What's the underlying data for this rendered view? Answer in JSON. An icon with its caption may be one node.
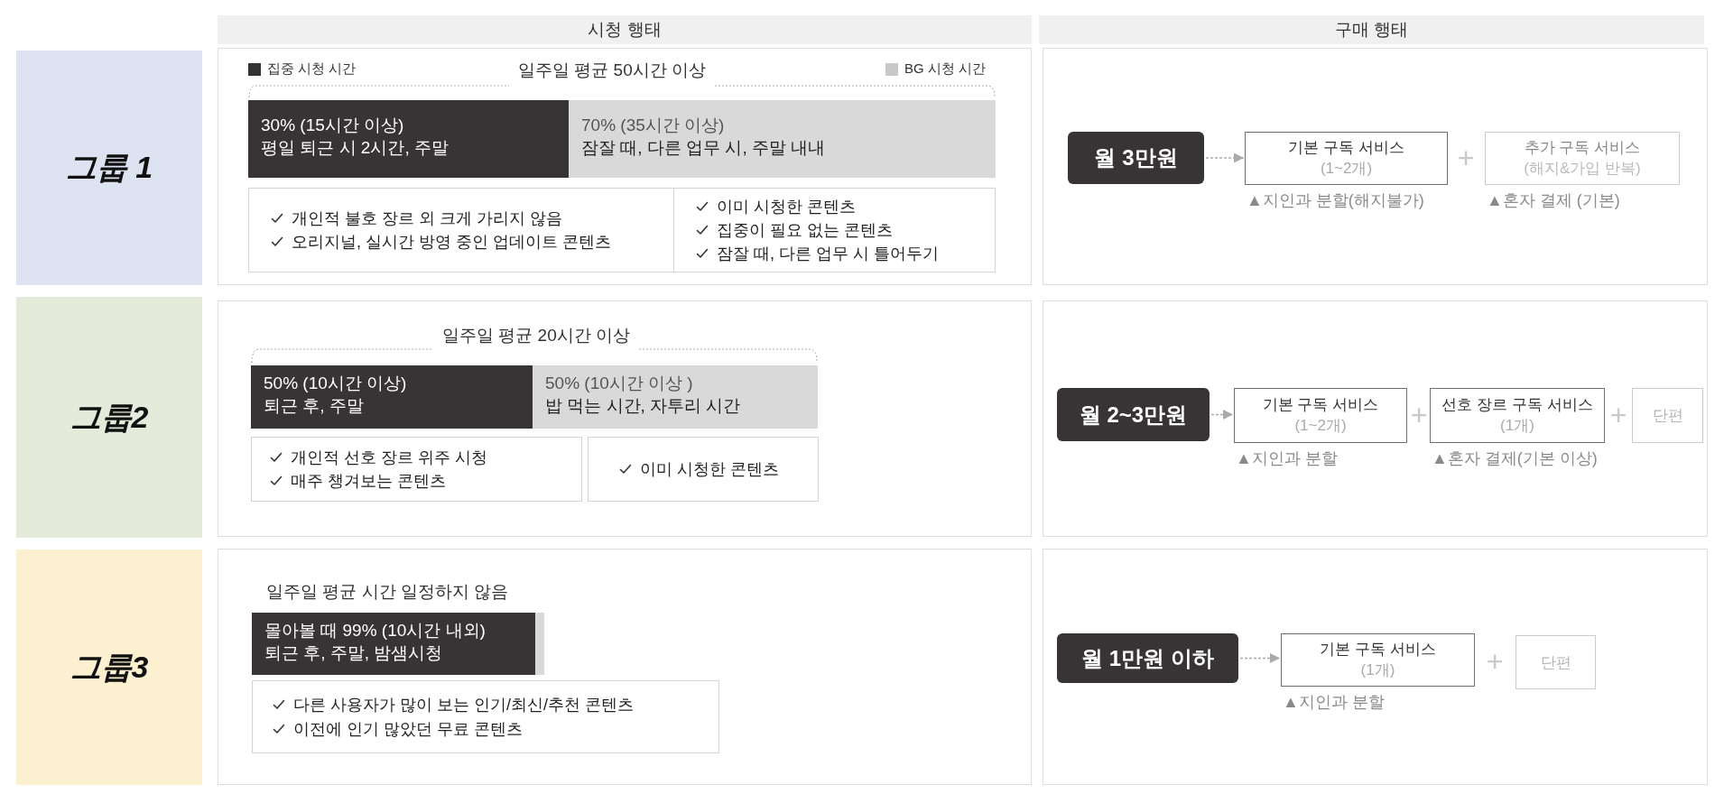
{
  "diagram": {
    "nodes": [
      {
        "text": [
          "시청 행태"
        ]
      },
      {
        "text": [
          "구매 행태"
        ]
      },
      {
        "text": [
          "그룹 1"
        ]
      },
      {
        "text": [
          "일주일 평균 50시간 이상"
        ]
      },
      {
        "text": [
          "30% (15시간 이상)",
          "평일 퇴근 시 2시간, 주말"
        ],
        "in": 3
      },
      {
        "text": [
          "70% (35시간 이상)",
          "잠잘 때, 다른 업무 시, 주말 내내"
        ],
        "in": 3
      },
      {
        "text": [
          "개인적 불호 장르 외 크게 가리지 않음",
          "오리지널, 실시간 방영 중인 업데이트 콘텐츠"
        ],
        "in": 3
      },
      {
        "text": [
          "이미 시청한 콘텐츠",
          "집중이 필요 없는 콘텐츠",
          "잠잘 때, 다른 업무 시 틀어두기"
        ],
        "in": 3
      },
      {
        "text": [],
        "shape": "box"
      },
      {
        "text": [
          "월 3만원"
        ],
        "in": 8
      },
      {
        "text": [
          "기본 구독 서비스",
          "(1~2개)"
        ],
        "beside": [
          "▲지인과 분할(해지불가)"
        ],
        "in": 8
      },
      {
        "text": [
          "추가 구독 서비스",
          "(해지&가입 반복)"
        ],
        "beside": [
          "▲혼자 결제 (기본)"
        ],
        "in": 8
      },
      {
        "text": [
          "그룹2"
        ]
      },
      {
        "text": [
          "일주일 평균 20시간 이상"
        ]
      },
      {
        "text": [
          "50% (10시간 이상)",
          "퇴근 후, 주말"
        ],
        "in": 13
      },
      {
        "text": [
          "50% (10시간 이상 )",
          "밥 먹는 시간, 자투리 시간"
        ],
        "in": 13
      },
      {
        "text": [
          "개인적 선호 장르 위주 시청",
          "매주 챙겨보는 콘텐츠"
        ],
        "in": 13
      },
      {
        "text": [
          "이미 시청한 콘텐츠"
        ],
        "in": 13
      },
      {
        "text": [],
        "shape": "box"
      },
      {
        "text": [
          "월 2~3만원"
        ],
        "in": 18
      },
      {
        "text": [
          "기본 구독 서비스",
          "(1~2개)"
        ],
        "beside": [
          "▲지인과 분할"
        ],
        "in": 18
      },
      {
        "text": [
          "선호 장르 구독 서비스",
          "(1개)"
        ],
        "beside": [
          "▲혼자 결제(기본 이상)"
        ],
        "in": 18
      },
      {
        "text": [
          "단편"
        ],
        "in": 18
      },
      {
        "text": [
          "그룹3"
        ]
      },
      {
        "text": [
          "일주일 평균 시간 일정하지 않음"
        ]
      },
      {
        "text": [
          "몰아볼 때 99% (10시간 내외)",
          "퇴근 후, 주말, 밤샘시청"
        ],
        "in": 24
      },
      {
        "text": [
          "다른 사용자가 많이 보는 인기/최신/추천 콘텐츠",
          "이전에 인기 많았던 무료 콘텐츠"
        ],
        "in": 24
      },
      {
        "text": [],
        "shape": "box"
      },
      {
        "text": [
          "월 1만원 이하"
        ],
        "in": 27
      },
      {
        "text": [
          "기본 구독 서비스",
          "(1개)"
        ],
        "beside": [
          "▲지인과 분할"
        ],
        "in": 27
      },
      {
        "text": [
          "단편"
        ],
        "in": 27
      }
    ],
    "edges": [
      {
        "from": 9,
        "to": 10,
        "arrow": "to",
        "style": "dashed"
      },
      {
        "from": 19,
        "to": 20,
        "arrow": "to",
        "style": "dashed"
      },
      {
        "from": 28,
        "to": 29,
        "arrow": "to",
        "style": "dashed"
      }
    ],
    "labels": [
      "+",
      "+",
      "+",
      "+"
    ],
    "legend": [
      {
        "text": "집중 시청 시간",
        "color": "#333333"
      },
      {
        "text": "BG 시청 시간",
        "color": "#c8c8c8"
      }
    ]
  }
}
